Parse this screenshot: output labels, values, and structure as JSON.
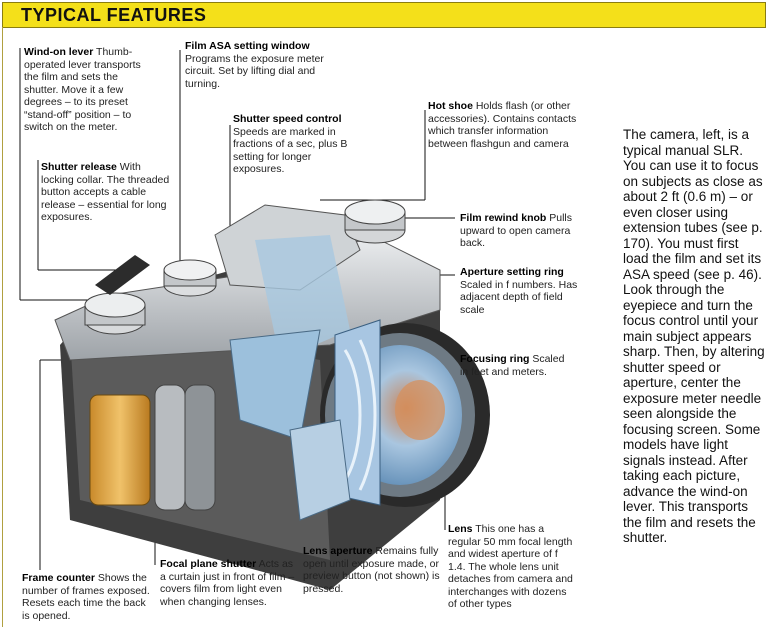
{
  "header": {
    "title": "TYPICAL FEATURES"
  },
  "callouts": {
    "wind_on": {
      "title": "Wind-on lever",
      "text": " Thumb-operated lever transports the film and sets the shutter. Move it a few degrees – to its preset “stand-off” position – to switch on the meter."
    },
    "film_asa": {
      "title": "Film ASA setting window",
      "text": " Programs the exposure meter circuit. Set by lifting dial and turning."
    },
    "shutter_speed": {
      "title": "Shutter speed control",
      "text": " Speeds are marked in fractions of a sec, plus B setting for longer exposures."
    },
    "hot_shoe": {
      "title": "Hot shoe",
      "text": " Holds flash (or other accessories). Contains contacts which transfer information between flashgun and camera"
    },
    "shutter_release": {
      "title": "Shutter release",
      "text": " With locking collar. The threaded button accepts a cable release – essential for long exposures."
    },
    "film_rewind": {
      "title": "Film rewind knob",
      "text": " Pulls upward to open camera back."
    },
    "aperture_ring": {
      "title": "Aperture setting ring",
      "text": " Scaled in f numbers. Has adjacent depth of field scale"
    },
    "focusing_ring": {
      "title": "Focusing ring",
      "text": " Scaled in feet and meters."
    },
    "frame_counter": {
      "title": "Frame counter",
      "text": " Shows the number of frames exposed. Resets each time the back is opened."
    },
    "focal_plane": {
      "title": "Focal plane shutter",
      "text": " Acts as a curtain just in front of film – covers film from light even when changing lenses."
    },
    "lens_aperture": {
      "title": "Lens aperture",
      "text": " Remains fully open until exposure made, or preview button (not shown) is pressed."
    },
    "lens": {
      "title": "Lens",
      "text": " This one has a regular 50 mm focal length and widest aperture of f 1.4. The whole lens unit detaches from camera and interchanges with dozens of other types"
    }
  },
  "side_text": "The camera, left, is a typical manual SLR. You can use it to focus on subjects as close as about 2 ft (0.6 m) – or even closer using extension tubes (see p. 170). You must first load the film and set its ASA speed (see p. 46). Look through the eyepiece and turn the focus control until your main subject appears sharp. Then, by altering shutter speed or aperture, center the exposure meter needle seen alongside the focusing screen. Some models have light signals instead. After taking each picture, advance the wind-on lever. This transports the film and resets the shutter.",
  "colors": {
    "title_bar": "#f4e01a",
    "camera_body": "#bfc3c7",
    "film": "#e0a640",
    "lens_glass": "#8fb6d6",
    "leather": "#4a4a4a"
  }
}
